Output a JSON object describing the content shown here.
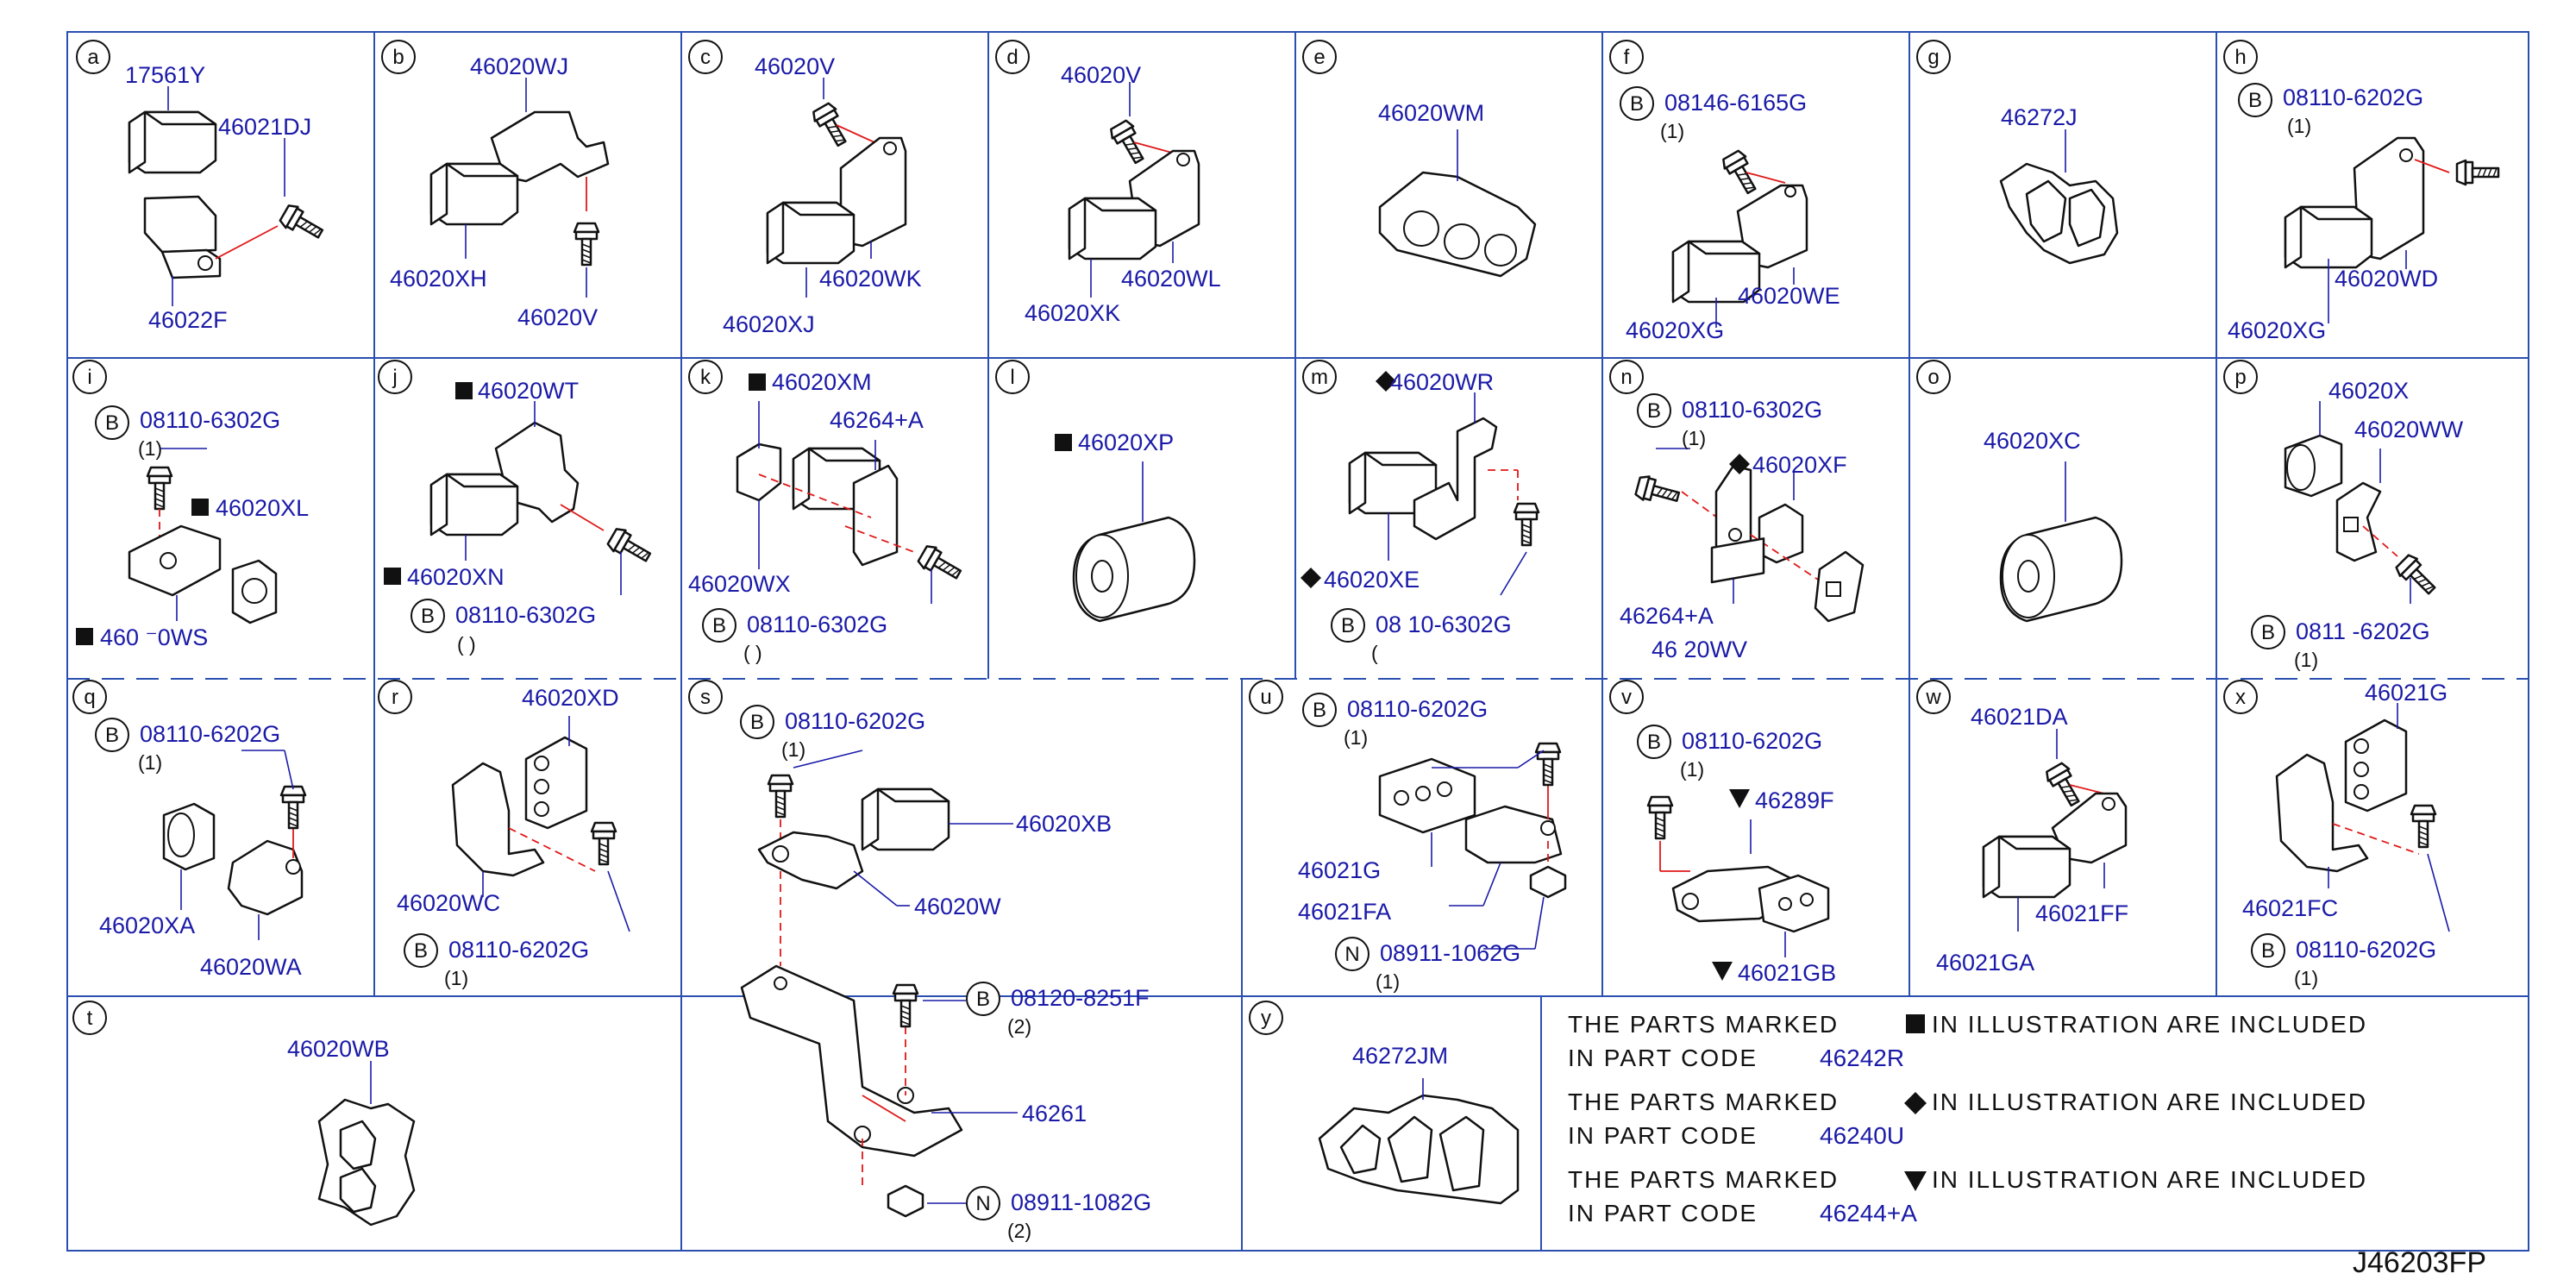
{
  "diagram_code": "J46203FP",
  "panels": [
    {
      "id": "a",
      "parts": [
        "17561Y",
        "46021DJ",
        "46022F"
      ]
    },
    {
      "id": "b",
      "parts": [
        "46020WJ",
        "46020XH",
        "46020V"
      ]
    },
    {
      "id": "c",
      "parts": [
        "46020V",
        "46020WK",
        "46020XJ"
      ]
    },
    {
      "id": "d",
      "parts": [
        "46020V",
        "46020WL",
        "46020XK"
      ]
    },
    {
      "id": "e",
      "parts": [
        "46020WM"
      ]
    },
    {
      "id": "f",
      "parts": [
        "08146-6165G",
        "46020WE",
        "46020XG"
      ],
      "qty": "(1)"
    },
    {
      "id": "g",
      "parts": [
        "46272J"
      ]
    },
    {
      "id": "h",
      "parts": [
        "08110-6202G",
        "46020WD",
        "46020XG"
      ],
      "qty": "(1)"
    },
    {
      "id": "i",
      "parts": [
        "08110-6302G",
        "46020XL",
        "460 ⁻0WS"
      ],
      "qty": "(1)"
    },
    {
      "id": "j",
      "parts": [
        "46020WT",
        "46020XN",
        "08110-6302G"
      ],
      "qty": "( )"
    },
    {
      "id": "k",
      "parts": [
        "46020XM",
        "46264+A",
        "46020WX",
        "08110-6302G"
      ],
      "qty": "( )"
    },
    {
      "id": "l",
      "parts": [
        "46020XP"
      ]
    },
    {
      "id": "m",
      "parts": [
        "46020WR",
        "46020XE",
        "08 10-6302G"
      ],
      "qty": "( "
    },
    {
      "id": "n",
      "parts": [
        "08110-6302G",
        "46020XF",
        "46264+A",
        "46 20WV"
      ],
      "qty": "(1)"
    },
    {
      "id": "o",
      "parts": [
        "46020XC"
      ]
    },
    {
      "id": "p",
      "parts": [
        "46020X",
        "46020WW",
        "0811 -6202G"
      ],
      "qty": "(1)"
    },
    {
      "id": "q",
      "parts": [
        "08110-6202G",
        "46020XA",
        "46020WA"
      ],
      "qty": "(1)"
    },
    {
      "id": "r",
      "parts": [
        "46020XD",
        "46020WC",
        "08110-6202G"
      ],
      "qty": "(1)"
    },
    {
      "id": "s",
      "parts": [
        "08110-6202G",
        "46020XB",
        "46020W",
        "08120-8251F",
        "46261",
        "08911-1082G"
      ],
      "qtys": [
        "(1)",
        "(2)",
        "(2)"
      ]
    },
    {
      "id": "t",
      "parts": [
        "46020WB"
      ]
    },
    {
      "id": "u",
      "parts": [
        "08110-6202G",
        "46021G",
        "46021FA",
        "08911-1062G"
      ],
      "qtys": [
        "(1)",
        "(1)"
      ]
    },
    {
      "id": "v",
      "parts": [
        "08110-6202G",
        "46289F",
        "46021GB"
      ],
      "qty": "(1)"
    },
    {
      "id": "w",
      "parts": [
        "46021DA",
        "46021FF",
        "46021GA"
      ]
    },
    {
      "id": "x",
      "parts": [
        "46021G",
        "46021FC",
        "08110-6202G"
      ],
      "qty": "(1)"
    },
    {
      "id": "y",
      "parts": [
        "46272JM"
      ]
    }
  ],
  "circle_letters": {
    "b": "B",
    "n": "N"
  },
  "notes": [
    {
      "prefix": "THE   PARTS   MARKED",
      "symbol": "■",
      "suffix": "IN   ILLUSTRATION   ARE   INCLUDED",
      "line2": "IN   PART   CODE",
      "code": "46242R",
      "color": "#111111"
    },
    {
      "prefix": "THE   PARTS   MARKED",
      "symbol": "◆",
      "suffix": "IN   ILLUSTRATION   ARE   INCLUDED",
      "line2": "IN   PART   CODE",
      "code": "46240U",
      "color": "#111111"
    },
    {
      "prefix": "THE   PARTS   MARKED",
      "symbol": "▼",
      "suffix": "IN   ILLUSTRATION   ARE   INCLUDED",
      "line2": "IN   PART   CODE",
      "code": "46244+A",
      "color": "#111111"
    }
  ],
  "colors": {
    "frame": "#2a4fb0",
    "part_text": "#1a1aa8",
    "reference_line": "#e01818"
  }
}
